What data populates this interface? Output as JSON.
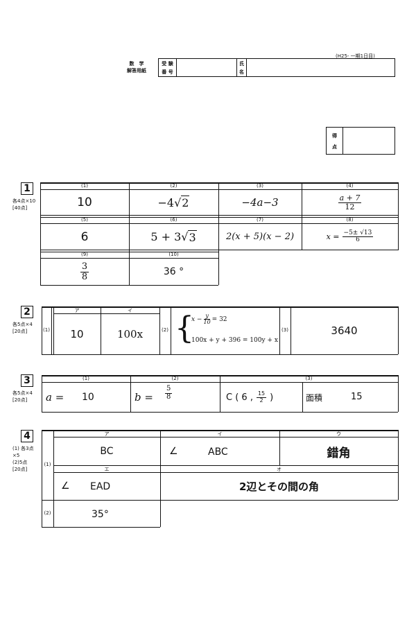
{
  "doc_code": "(H25- 一期1日目)",
  "header": {
    "subject_1": "数　学",
    "subject_2": "解答用紙",
    "exam_1": "受 験",
    "exam_2": "番 号",
    "name_1": "氏",
    "name_2": "名",
    "score_1": "得",
    "score_2": "点"
  },
  "q1": {
    "num": "1",
    "points_1": "各4点×10",
    "points_2": "[40点]",
    "labels": [
      "(1)",
      "(2)",
      "(3)",
      "(4)",
      "(5)",
      "(6)",
      "(7)",
      "(8)",
      "(9)",
      "(10)"
    ],
    "a1": "10",
    "a2_coef": "−4",
    "a2_rad": "2",
    "a3": "−4a−3",
    "a4_num": "a + 7",
    "a4_den": "12",
    "a5": "6",
    "a6_pre": "5 + 3",
    "a6_rad": "3",
    "a7": "2(x + 5)(x − 2)",
    "a8_pre": "x =",
    "a8_num": "−5± √13",
    "a8_den": "6",
    "a9_num": "3",
    "a9_den": "8",
    "a10": "36 °"
  },
  "q2": {
    "num": "2",
    "points_1": "各5点×4",
    "points_2": "[20点]",
    "label_1": "(1)",
    "label_2": "(2)",
    "label_3": "(3)",
    "head_a": "ア",
    "head_i": "イ",
    "a": "10",
    "i": "100x",
    "eq1_pre": "x −",
    "eq1_num": "y",
    "eq1_den": "10",
    "eq1_post": "= 32",
    "eq2": "100x + y + 396 = 100y + x",
    "a3": "3640"
  },
  "q3": {
    "num": "3",
    "points_1": "各5点×4",
    "points_2": "[20点]",
    "labels": [
      "(1)",
      "(2)",
      "(3)"
    ],
    "a_pre": "a =",
    "a_val": "10",
    "b_pre": "b =",
    "b_num": "5",
    "b_den": "8",
    "c_pre": "C ( 6 ,",
    "c_num": "15",
    "c_den": "2",
    "c_post": ")",
    "area_label": "面積",
    "area_val": "15"
  },
  "q4": {
    "num": "4",
    "points_1": "(1) 各3点",
    "points_2": "×5",
    "points_3": "(2)5点",
    "points_4": "[20点]",
    "label_1": "(1)",
    "label_2": "(2)",
    "head_a": "ア",
    "head_i": "イ",
    "head_u": "ウ",
    "head_e": "エ",
    "head_o": "オ",
    "a": "BC",
    "i_sym": "∠",
    "i_val": "ABC",
    "u": "錯角",
    "e_sym": "∠",
    "e_val": "EAD",
    "o": "2辺とその間の角",
    "a2": "35°"
  }
}
